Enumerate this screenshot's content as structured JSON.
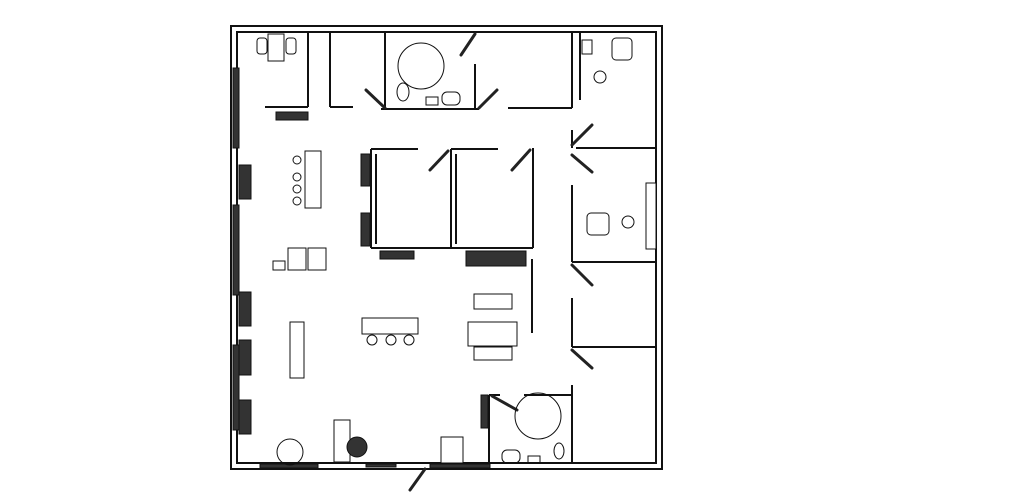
{
  "colors": {
    "background": "#ffffff",
    "lines": "#111111"
  },
  "icons": [
    "floor-plan",
    "door-swing",
    "toilet",
    "bathtub-circle",
    "chair",
    "desk",
    "sofa",
    "kitchen-counter",
    "cabinet",
    "window"
  ]
}
